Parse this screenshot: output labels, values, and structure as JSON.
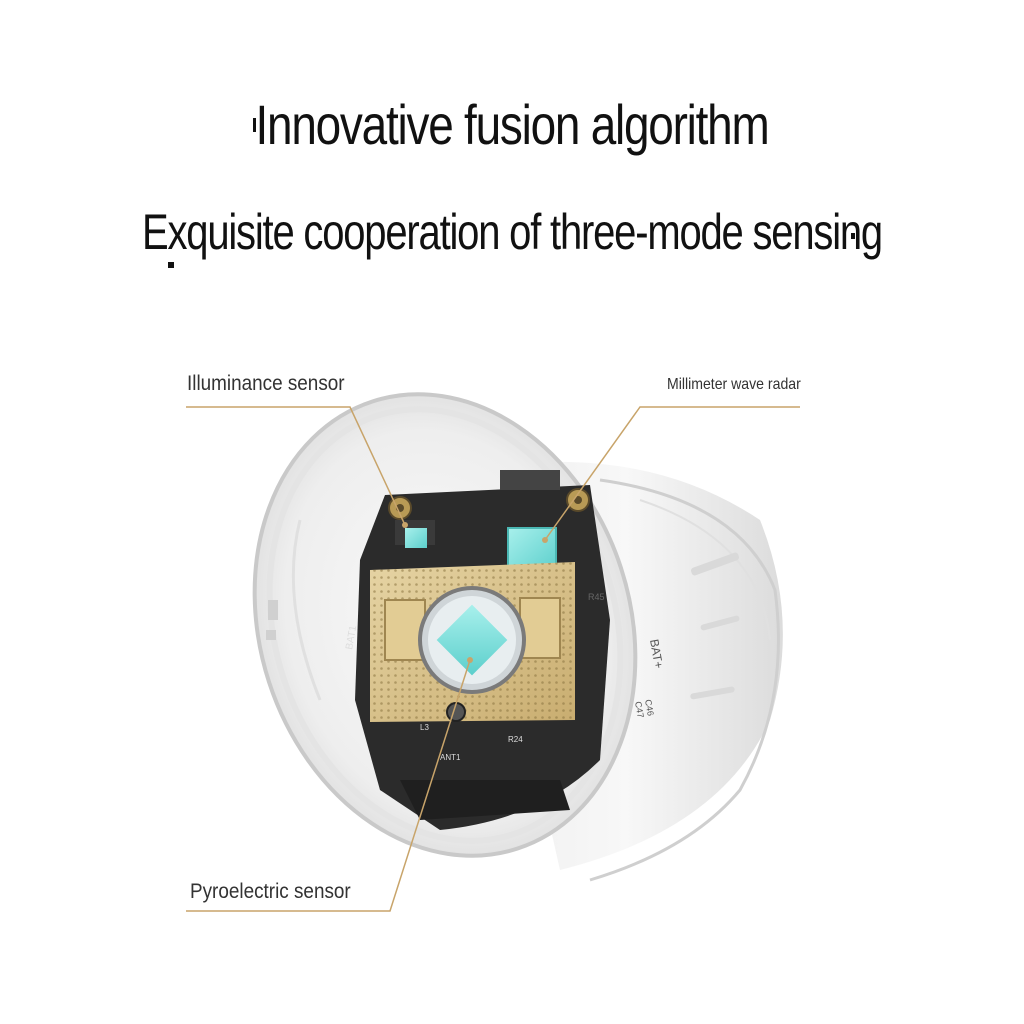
{
  "headline": {
    "title": "Innovative fusion algorithm",
    "subtitle": "Exquisite cooperation of three-mode sensing"
  },
  "callouts": {
    "illuminance": "Illuminance sensor",
    "radar": "Millimeter wave radar",
    "pyroelectric": "Pyroelectric sensor"
  },
  "board_markings": {
    "bat_left": "BAT1",
    "bat_right": "BAT+",
    "res": "R45",
    "cap_a": "C46",
    "cap_b": "C47",
    "ant": "ANT1",
    "r24": "R24",
    "l3": "L3"
  },
  "colors": {
    "callout_line": "#c8a46a",
    "pcb": "#2a2a2a",
    "gold": "#d8c08a",
    "chip": "#7fe0dc"
  },
  "icons": {
    "device": "presence-sensor-device-image"
  }
}
